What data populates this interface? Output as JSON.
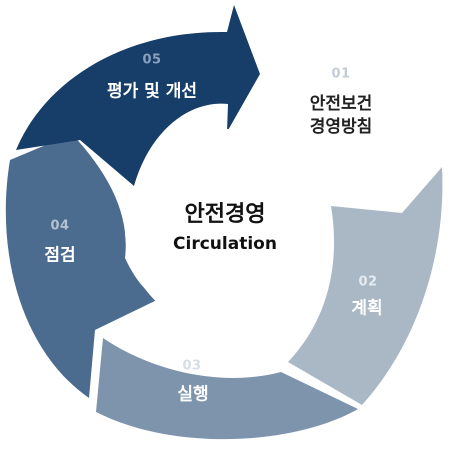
{
  "center": {
    "title": "안전경영",
    "subtitle": "Circulation"
  },
  "steps": [
    {
      "number": "01",
      "label": "안전보건\n경영방침",
      "color": "#ffffff",
      "number_color": "#c4ccd6",
      "label_color": "#222222"
    },
    {
      "number": "02",
      "label": "계획",
      "color": "#aab8c6",
      "number_color": "#e6ebf0",
      "label_color": "#ffffff"
    },
    {
      "number": "03",
      "label": "실행",
      "color": "#7d94ac",
      "number_color": "#d5dde6",
      "label_color": "#ffffff"
    },
    {
      "number": "04",
      "label": "점검",
      "color": "#4b6b8f",
      "number_color": "#b3c1d1",
      "label_color": "#ffffff"
    },
    {
      "number": "05",
      "label": "평가 및 개선",
      "color": "#173e69",
      "number_color": "#8aa1bd",
      "label_color": "#ffffff"
    }
  ]
}
